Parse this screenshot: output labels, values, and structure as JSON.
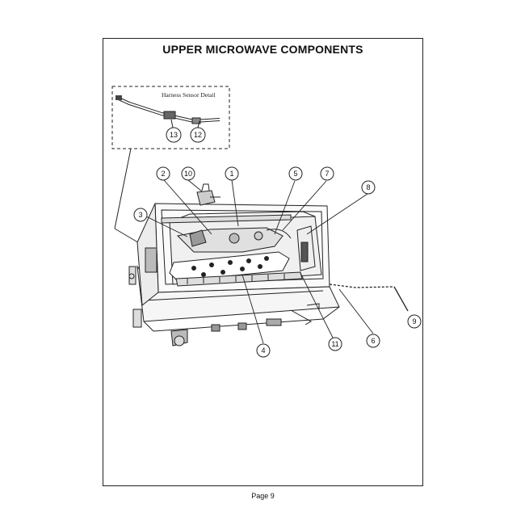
{
  "page": {
    "title": "UPPER MICROWAVE COMPONENTS",
    "page_label": "Page 9"
  },
  "inset": {
    "label": "Harness Sensor Detail",
    "callouts": [
      "13",
      "12"
    ]
  },
  "callouts": [
    "1",
    "2",
    "3",
    "4",
    "5",
    "6",
    "7",
    "8",
    "9",
    "10",
    "11"
  ]
}
